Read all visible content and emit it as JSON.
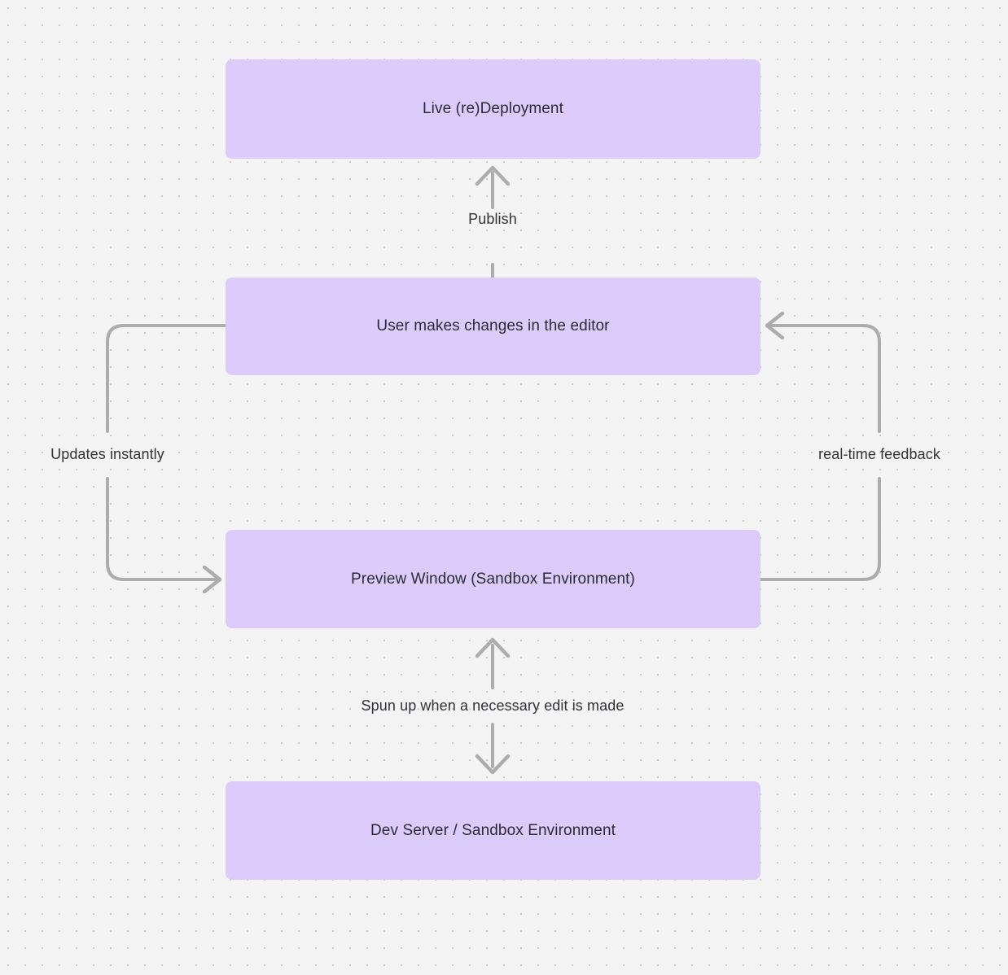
{
  "diagram": {
    "type": "flowchart",
    "background_color": "#f4f4f4",
    "node_fill_color": "#dccbfb",
    "node_text_color": "#2b2b35",
    "edge_color": "#adadad",
    "nodes": [
      {
        "id": "live-deployment",
        "label": "Live (re)Deployment"
      },
      {
        "id": "user-edits",
        "label": "User makes changes in the editor"
      },
      {
        "id": "preview-window",
        "label": "Preview Window (Sandbox Environment)"
      },
      {
        "id": "dev-server",
        "label": "Dev Server / Sandbox Environment"
      }
    ],
    "edges": [
      {
        "id": "publish",
        "label": "Publish",
        "from": "user-edits",
        "to": "live-deployment",
        "direction": "up"
      },
      {
        "id": "updates-instantly",
        "label": "Updates instantly",
        "from": "user-edits",
        "to": "preview-window",
        "direction": "down-left-loop"
      },
      {
        "id": "real-time-feedback",
        "label": "real-time feedback",
        "from": "preview-window",
        "to": "user-edits",
        "direction": "up-right-loop"
      },
      {
        "id": "spun-up",
        "label": "Spun up when a necessary edit is made",
        "from": "preview-window",
        "to": "dev-server",
        "direction": "bidirectional"
      }
    ]
  }
}
